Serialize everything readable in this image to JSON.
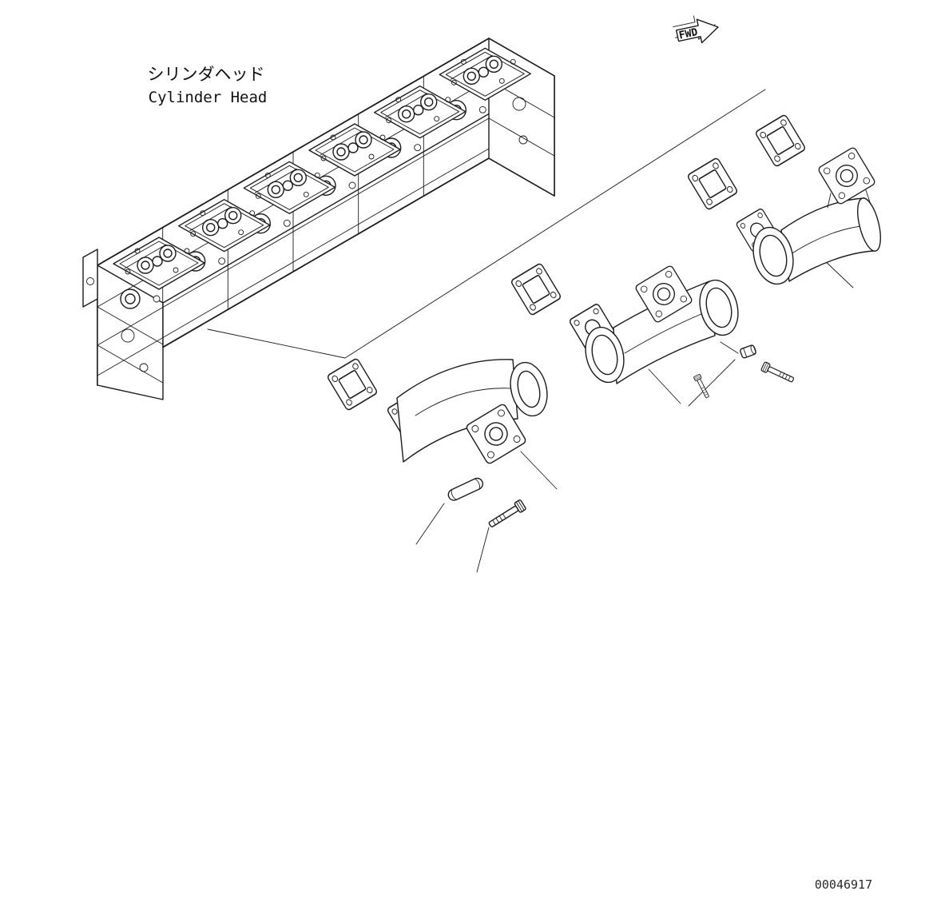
{
  "labels": {
    "component_jp": "シリンダヘッド",
    "component_en": "Cylinder Head",
    "fwd": "FWD",
    "drawing_number": "00046917"
  },
  "icons": {
    "fwd_arrow": "forward-direction-arrow"
  },
  "colors": {
    "background": "#ffffff",
    "line": "#1c1c1c"
  }
}
